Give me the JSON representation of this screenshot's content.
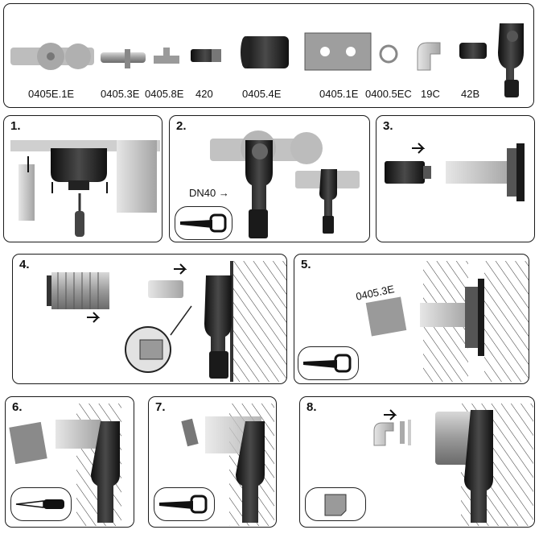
{
  "parts": {
    "codes": [
      "0405E.1E",
      "0405.3E",
      "0405.8E",
      "420",
      "0405.4E",
      "0405.1E",
      "0400.5EC",
      "19C",
      "42B"
    ]
  },
  "steps": [
    {
      "number": "1."
    },
    {
      "number": "2.",
      "note": "DN40 →"
    },
    {
      "number": "3."
    },
    {
      "number": "4."
    },
    {
      "number": "5.",
      "part_label": "0405.3E"
    },
    {
      "number": "6."
    },
    {
      "number": "7."
    },
    {
      "number": "8."
    }
  ],
  "tools": {
    "step2": "saw-icon",
    "step5": "saw-icon",
    "step6": "knife-icon",
    "step7": "saw-icon",
    "step8": "sealant-pad-icon"
  },
  "colors": {
    "dark": "#1c1c1c",
    "mid_gray": "#8a8a8a",
    "light_gray": "#c8c8c8",
    "outline": "#1a1a1a"
  }
}
